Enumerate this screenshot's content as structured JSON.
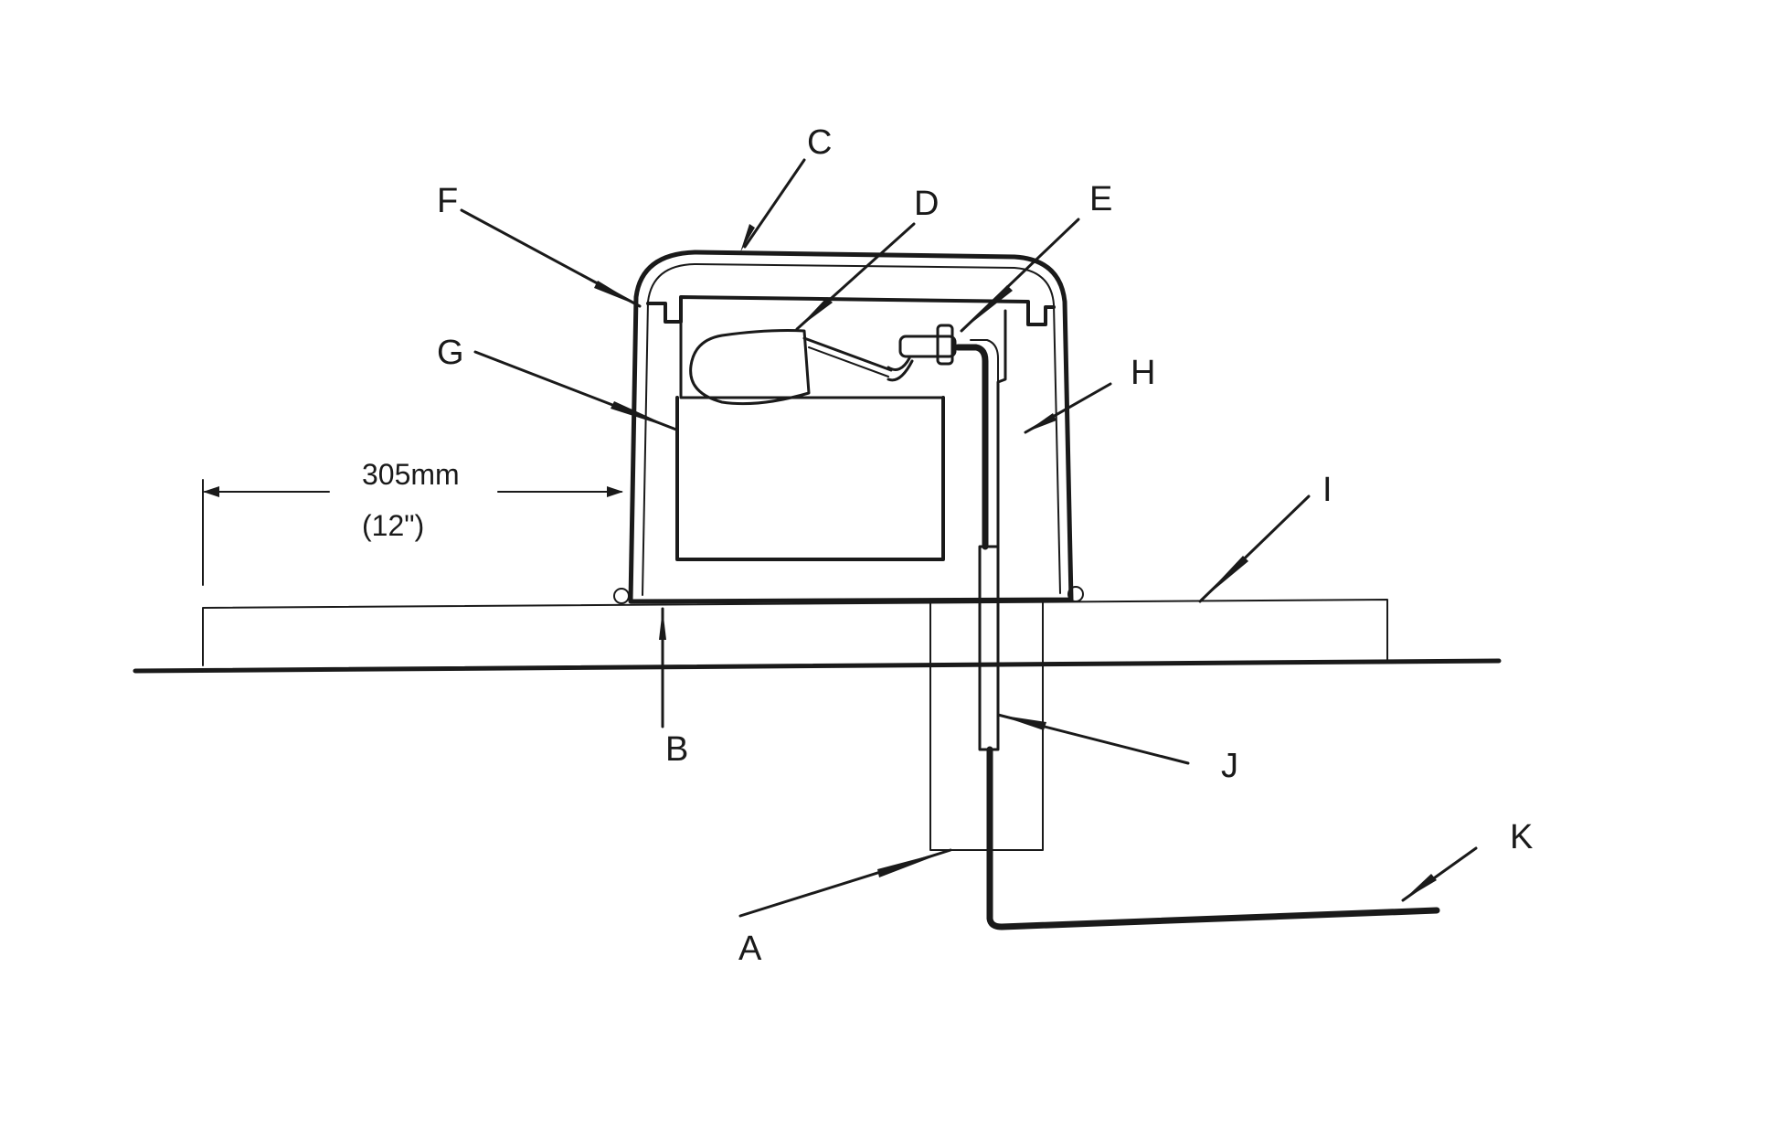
{
  "diagram": {
    "callouts": {
      "a": "A",
      "b": "B",
      "c": "C",
      "d": "D",
      "e": "E",
      "f": "F",
      "g": "G",
      "h": "H",
      "i": "I",
      "j": "J",
      "k": "K"
    },
    "dimension": {
      "metric": "305mm",
      "imperial": "(12\")"
    },
    "colors": {
      "ink": "#1a1a1a",
      "background": "#ffffff"
    }
  }
}
